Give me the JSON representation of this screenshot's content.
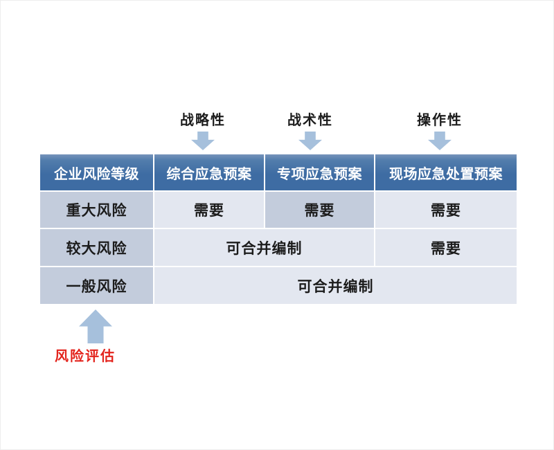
{
  "annotations": {
    "top_labels": [
      {
        "text": "战略性"
      },
      {
        "text": "战术性"
      },
      {
        "text": "操作性"
      }
    ],
    "bottom_label": {
      "text": "风险评估"
    }
  },
  "table": {
    "headers": [
      "企业风险等级",
      "综合应急预案",
      "专项应急预案",
      "现场应急处置预案"
    ],
    "rows": [
      {
        "label": "重大风险",
        "cells": [
          {
            "text": "需要",
            "span": 1,
            "variant": "light"
          },
          {
            "text": "需要",
            "span": 1,
            "variant": "dark"
          },
          {
            "text": "需要",
            "span": 1,
            "variant": "light"
          }
        ]
      },
      {
        "label": "较大风险",
        "cells": [
          {
            "text": "可合并编制",
            "span": 2,
            "variant": "light"
          },
          {
            "text": "需要",
            "span": 1,
            "variant": "light"
          }
        ]
      },
      {
        "label": "一般风险",
        "cells": [
          {
            "text": "可合并编制",
            "span": 3,
            "variant": "light"
          }
        ]
      }
    ]
  },
  "colors": {
    "header_bg": "#3e6ca3",
    "header_text": "#ffffff",
    "row_label_bg": "#c3ccdc",
    "highlight_cell_bg": "#c3ccdc",
    "cell_bg": "#e3e7f0",
    "body_text": "#1c1c1c",
    "arrow": "#a6c0dc",
    "accent_red": "#e3241d"
  }
}
